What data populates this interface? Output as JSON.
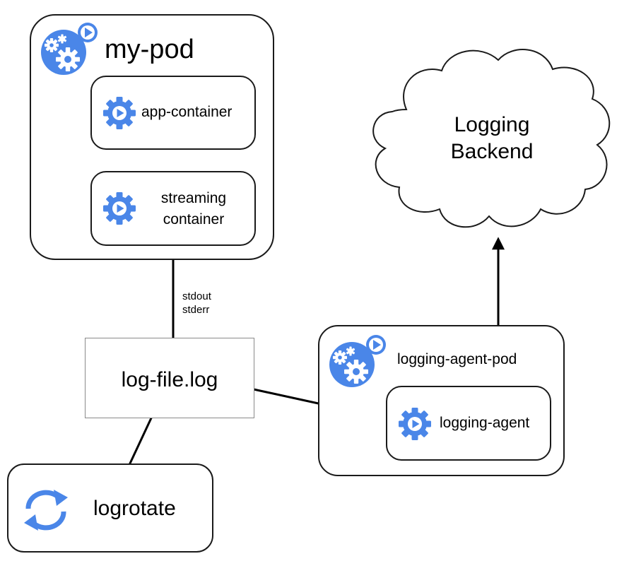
{
  "colors": {
    "icon_blue": "#4A86E8",
    "stroke": "#1a1a1a",
    "file_border": "#8a8a8a"
  },
  "my_pod": {
    "title": "my-pod",
    "icon": "pod-gears-icon",
    "app_container": {
      "label": "app-container",
      "icon": "container-gear-icon"
    },
    "streaming_container": {
      "label_line1": "streaming",
      "label_line2": "container",
      "icon": "container-gear-icon"
    }
  },
  "streams": {
    "line1": "stdout",
    "line2": "stderr"
  },
  "log_file": {
    "label": "log-file.log"
  },
  "logrotate": {
    "label": "logrotate",
    "icon": "refresh-arrows-icon"
  },
  "logging_backend": {
    "line1": "Logging",
    "line2": "Backend"
  },
  "logging_agent_pod": {
    "title": "logging-agent-pod",
    "icon": "pod-gears-icon",
    "logging_agent": {
      "label": "logging-agent",
      "icon": "container-gear-icon"
    }
  }
}
